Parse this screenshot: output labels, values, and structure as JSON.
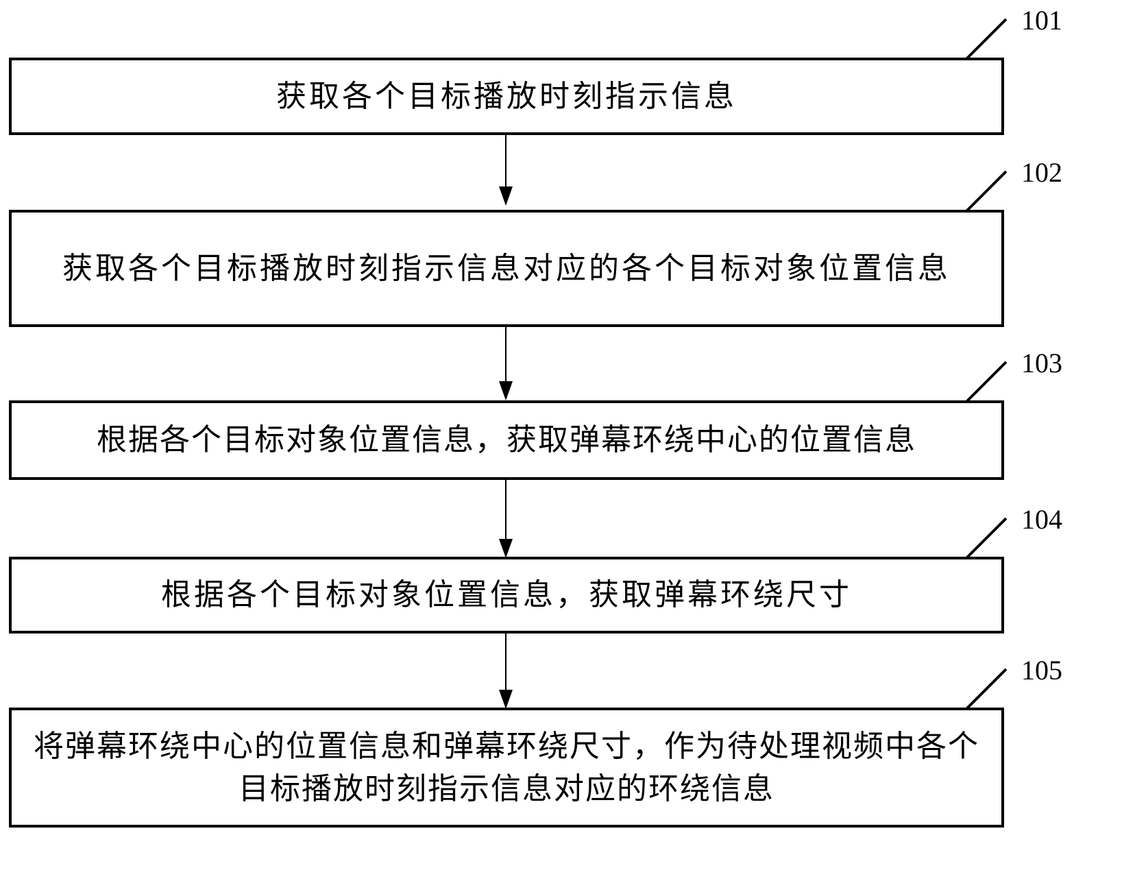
{
  "steps": [
    {
      "id": "101",
      "text": "获取各个目标播放时刻指示信息"
    },
    {
      "id": "102",
      "text": "获取各个目标播放时刻指示信息对应的各个目标对象位置信息"
    },
    {
      "id": "103",
      "text": "根据各个目标对象位置信息，获取弹幕环绕中心的位置信息"
    },
    {
      "id": "104",
      "text": "根据各个目标对象位置信息，获取弹幕环绕尺寸"
    },
    {
      "id": "105",
      "text": "将弹幕环绕中心的位置信息和弹幕环绕尺寸，作为待处理视频中各个目标播放时刻指示信息对应的环绕信息"
    }
  ]
}
